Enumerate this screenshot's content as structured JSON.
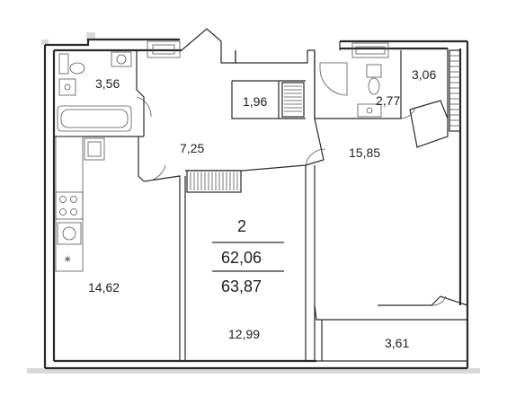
{
  "apartment": {
    "rooms_count": "2",
    "area_living": "62,06",
    "area_total": "63,87"
  },
  "rooms": {
    "bathroom_1": "3,56",
    "storage": "1,96",
    "hallway": "7,25",
    "kitchen": "14,62",
    "bedroom_center": "12,99",
    "bathroom_2": "2,77",
    "wardrobe": "3,06",
    "bedroom_right": "15,85",
    "balcony": "3,61"
  },
  "colors": {
    "wall": "#2a2a2a",
    "background": "#ffffff",
    "fixture": "#555555"
  }
}
